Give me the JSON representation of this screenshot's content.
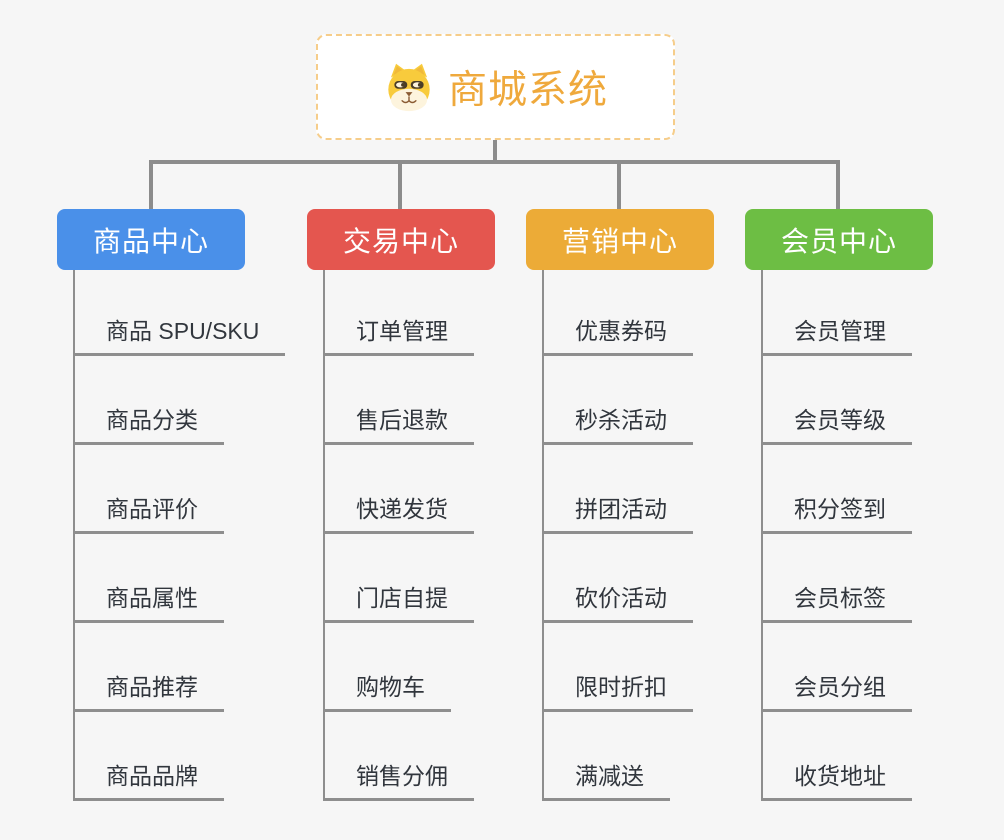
{
  "colors": {
    "background": "#f6f6f6",
    "connector": "#8c8c8c",
    "underline": "#8e8e8e",
    "item_text": "#31363d",
    "root_border": "#f6cd8a",
    "root_title": "#efa93c"
  },
  "root": {
    "title": "商城系统",
    "icon": "dog-face-icon"
  },
  "branches": [
    {
      "label": "商品中心",
      "color": "#4a90e9",
      "items": [
        "商品 SPU/SKU",
        "商品分类",
        "商品评价",
        "商品属性",
        "商品推荐",
        "商品品牌"
      ]
    },
    {
      "label": "交易中心",
      "color": "#e4564f",
      "items": [
        "订单管理",
        "售后退款",
        "快递发货",
        "门店自提",
        "购物车",
        "销售分佣"
      ]
    },
    {
      "label": "营销中心",
      "color": "#ecab37",
      "items": [
        "优惠券码",
        "秒杀活动",
        "拼团活动",
        "砍价活动",
        "限时折扣",
        "满减送"
      ]
    },
    {
      "label": "会员中心",
      "color": "#6dbe44",
      "items": [
        "会员管理",
        "会员等级",
        "积分签到",
        "会员标签",
        "会员分组",
        "收货地址"
      ]
    }
  ]
}
